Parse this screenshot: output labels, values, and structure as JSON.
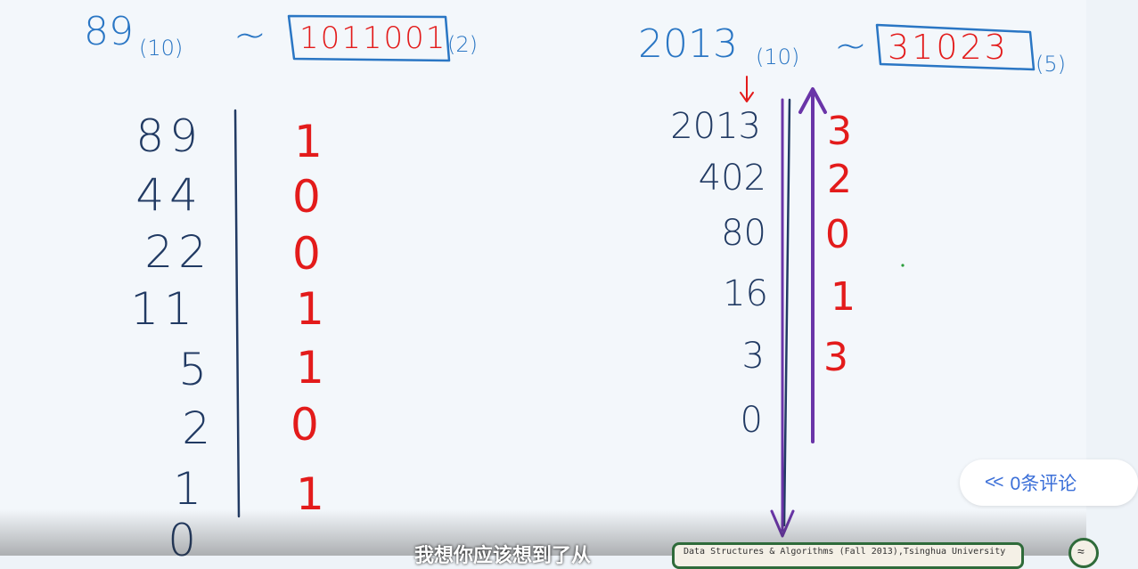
{
  "left": {
    "decimal": "89",
    "base_from": "(10)",
    "tilde": "~",
    "result": "1011001",
    "base_to": "(2)",
    "quotients": [
      "89",
      "44",
      "22",
      "11",
      "5",
      "2",
      "1",
      "0"
    ],
    "remainders": [
      "1",
      "0",
      "0",
      "1",
      "1",
      "0",
      "1"
    ]
  },
  "right": {
    "decimal": "2013",
    "base_from": "(10)",
    "tilde": "~",
    "result": "31023",
    "base_to": "(5)",
    "quotients": [
      "2013",
      "402",
      "80",
      "16",
      "3",
      "0"
    ],
    "remainders": [
      "3",
      "2",
      "0",
      "1",
      "3"
    ]
  },
  "comments": {
    "chevron": "<<",
    "label": "0条评论"
  },
  "subtitle": "我想你应该想到了从",
  "banner": "Data Structures & Algorithms (Fall 2013),Tsinghua University",
  "corner_icon": "≈",
  "colors": {
    "pen_blue": "#2a76c4",
    "pen_navy": "#213a63",
    "pen_red": "#e31b1b",
    "pen_purple": "#6a35a8"
  }
}
